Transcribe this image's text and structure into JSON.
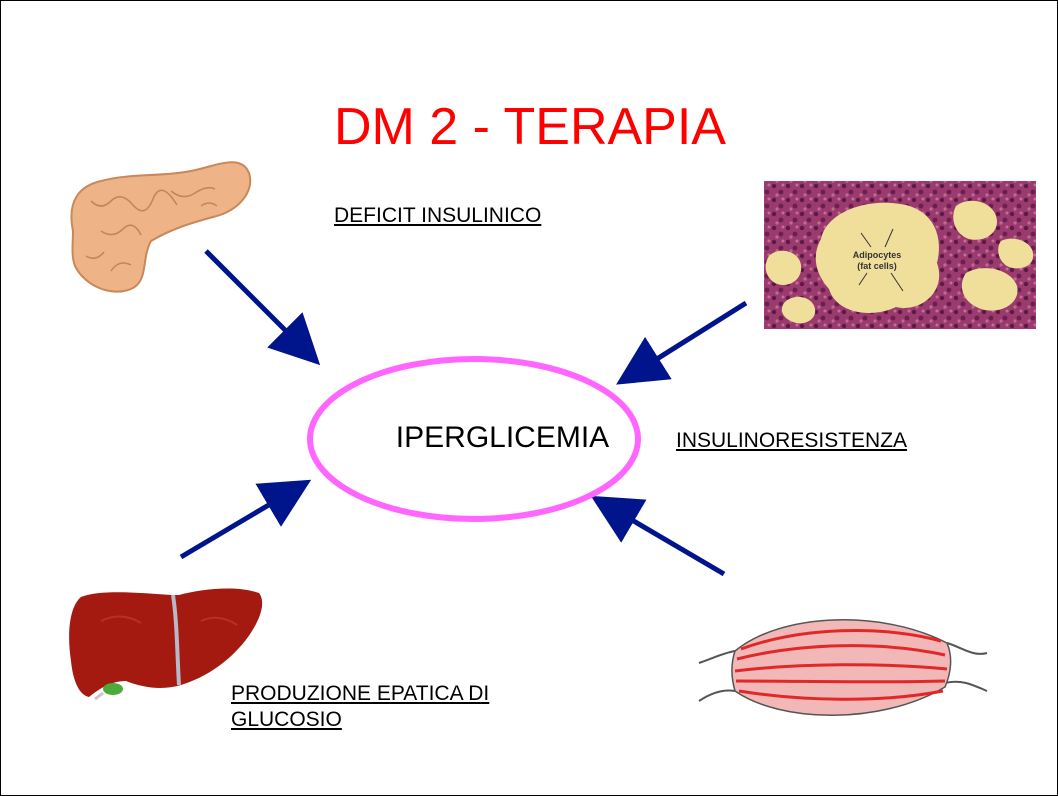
{
  "title": "DM 2 - TERAPIA",
  "center": "IPERGLICEMIA",
  "labels": {
    "pancreas": "DEFICIT INSULINICO",
    "adipose": "INSULINORESISTENZA",
    "liver_line1": "PRODUZIONE EPATICA DI",
    "liver_line2": "GLUCOSIO"
  },
  "micrograph_annotation": {
    "line1": "Adipocytes",
    "line2": "(fat cells)"
  },
  "colors": {
    "title": "#ff0000",
    "ellipse": "#ff66ff",
    "arrows": "#00148c"
  },
  "images": [
    "pancreas-image",
    "adipose-tissue-micrograph",
    "liver-image",
    "muscle-image"
  ]
}
